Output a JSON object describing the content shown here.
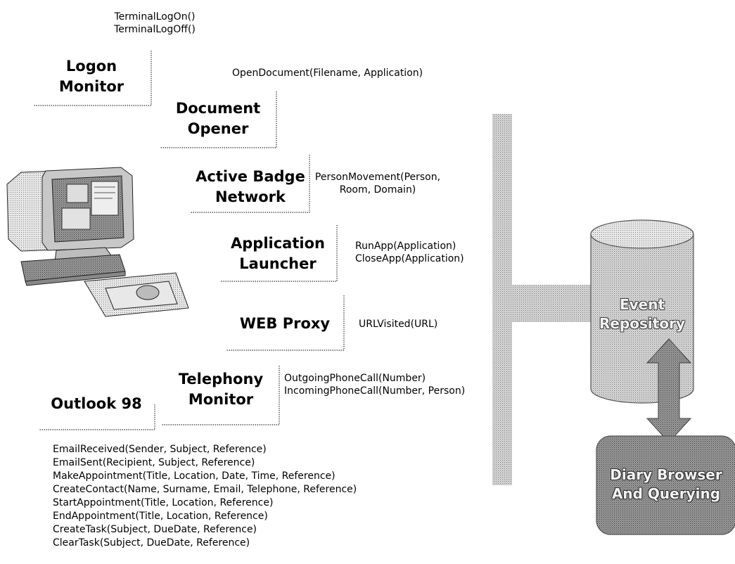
{
  "logon_monitor": {
    "title_lines": [
      "Logon",
      "Monitor"
    ],
    "events": [
      "TerminalLogOn()",
      "TerminalLogOff()"
    ]
  },
  "document_opener": {
    "title_lines": [
      "Document",
      "Opener"
    ],
    "events": [
      "OpenDocument(Filename, Application)"
    ]
  },
  "active_badge": {
    "title_lines": [
      "Active Badge",
      "Network"
    ],
    "events": [
      "PersonMovement(Person,",
      "Room, Domain)"
    ]
  },
  "app_launcher": {
    "title_lines": [
      "Application",
      "Launcher"
    ],
    "events": [
      "RunApp(Application)",
      "CloseApp(Application)"
    ]
  },
  "web_proxy": {
    "title_lines": [
      "WEB Proxy"
    ],
    "events": [
      "URLVisited(URL)"
    ]
  },
  "telephony": {
    "title_lines": [
      "Telephony",
      "Monitor"
    ],
    "events": [
      "OutgoingPhoneCall(Number)",
      "IncomingPhoneCall(Number, Person)"
    ]
  },
  "outlook": {
    "title": "Outlook 98",
    "events": [
      "EmailReceived(Sender, Subject, Reference)",
      "EmailSent(Recipient, Subject, Reference)",
      "MakeAppointment(Title, Location, Date, Time, Reference)",
      "CreateContact(Name, Surname, Email, Telephone, Reference)",
      "StartAppointment(Title, Location, Reference)",
      "EndAppointment(Title, Location, Reference)",
      "CreateTask(Subject, DueDate, Reference)",
      "ClearTask(Subject, DueDate, Reference)"
    ]
  },
  "event_repository": {
    "label_lines": [
      "Event",
      "Repository"
    ]
  },
  "diary_browser": {
    "label_lines": [
      "Diary Browser",
      "And Querying"
    ]
  },
  "colors": {
    "dotted_gray": "#b3b3b3",
    "dark_gray": "#6e6e6e",
    "border": "#555555"
  },
  "icons": {
    "computer": "desktop-computer-icon"
  }
}
